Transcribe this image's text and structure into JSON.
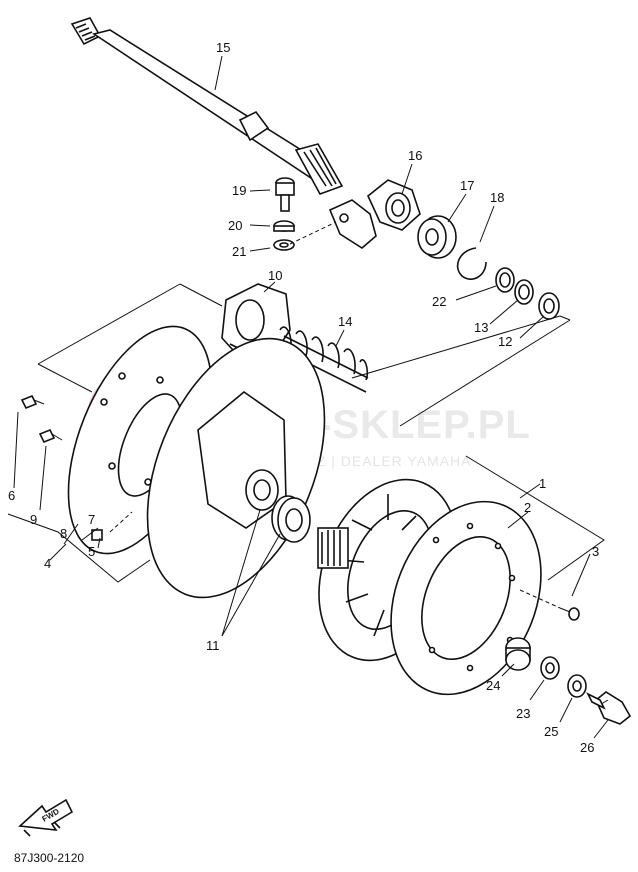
{
  "watermark": {
    "main": "YAMA-SKLEP.PL",
    "sub": "RADOSZKOWICZ | DEALER YAMAHA",
    "logo_color": "#e7a3a3",
    "text_color": "#e6e6e6"
  },
  "diagram_code": "87J300-2120",
  "fwd_label": "FWD",
  "part_labels": {
    "p1": "1",
    "p2": "2",
    "p3": "3",
    "p4": "4",
    "p5": "5",
    "p6": "6",
    "p7": "7",
    "p8": "8",
    "p9": "9",
    "p10": "10",
    "p11": "11",
    "p12": "12",
    "p13": "13",
    "p14": "14",
    "p15": "15",
    "p16": "16",
    "p17": "17",
    "p18": "18",
    "p19": "19",
    "p20": "20",
    "p21": "21",
    "p22": "22",
    "p23": "23",
    "p24": "24",
    "p25": "25",
    "p26": "26"
  }
}
